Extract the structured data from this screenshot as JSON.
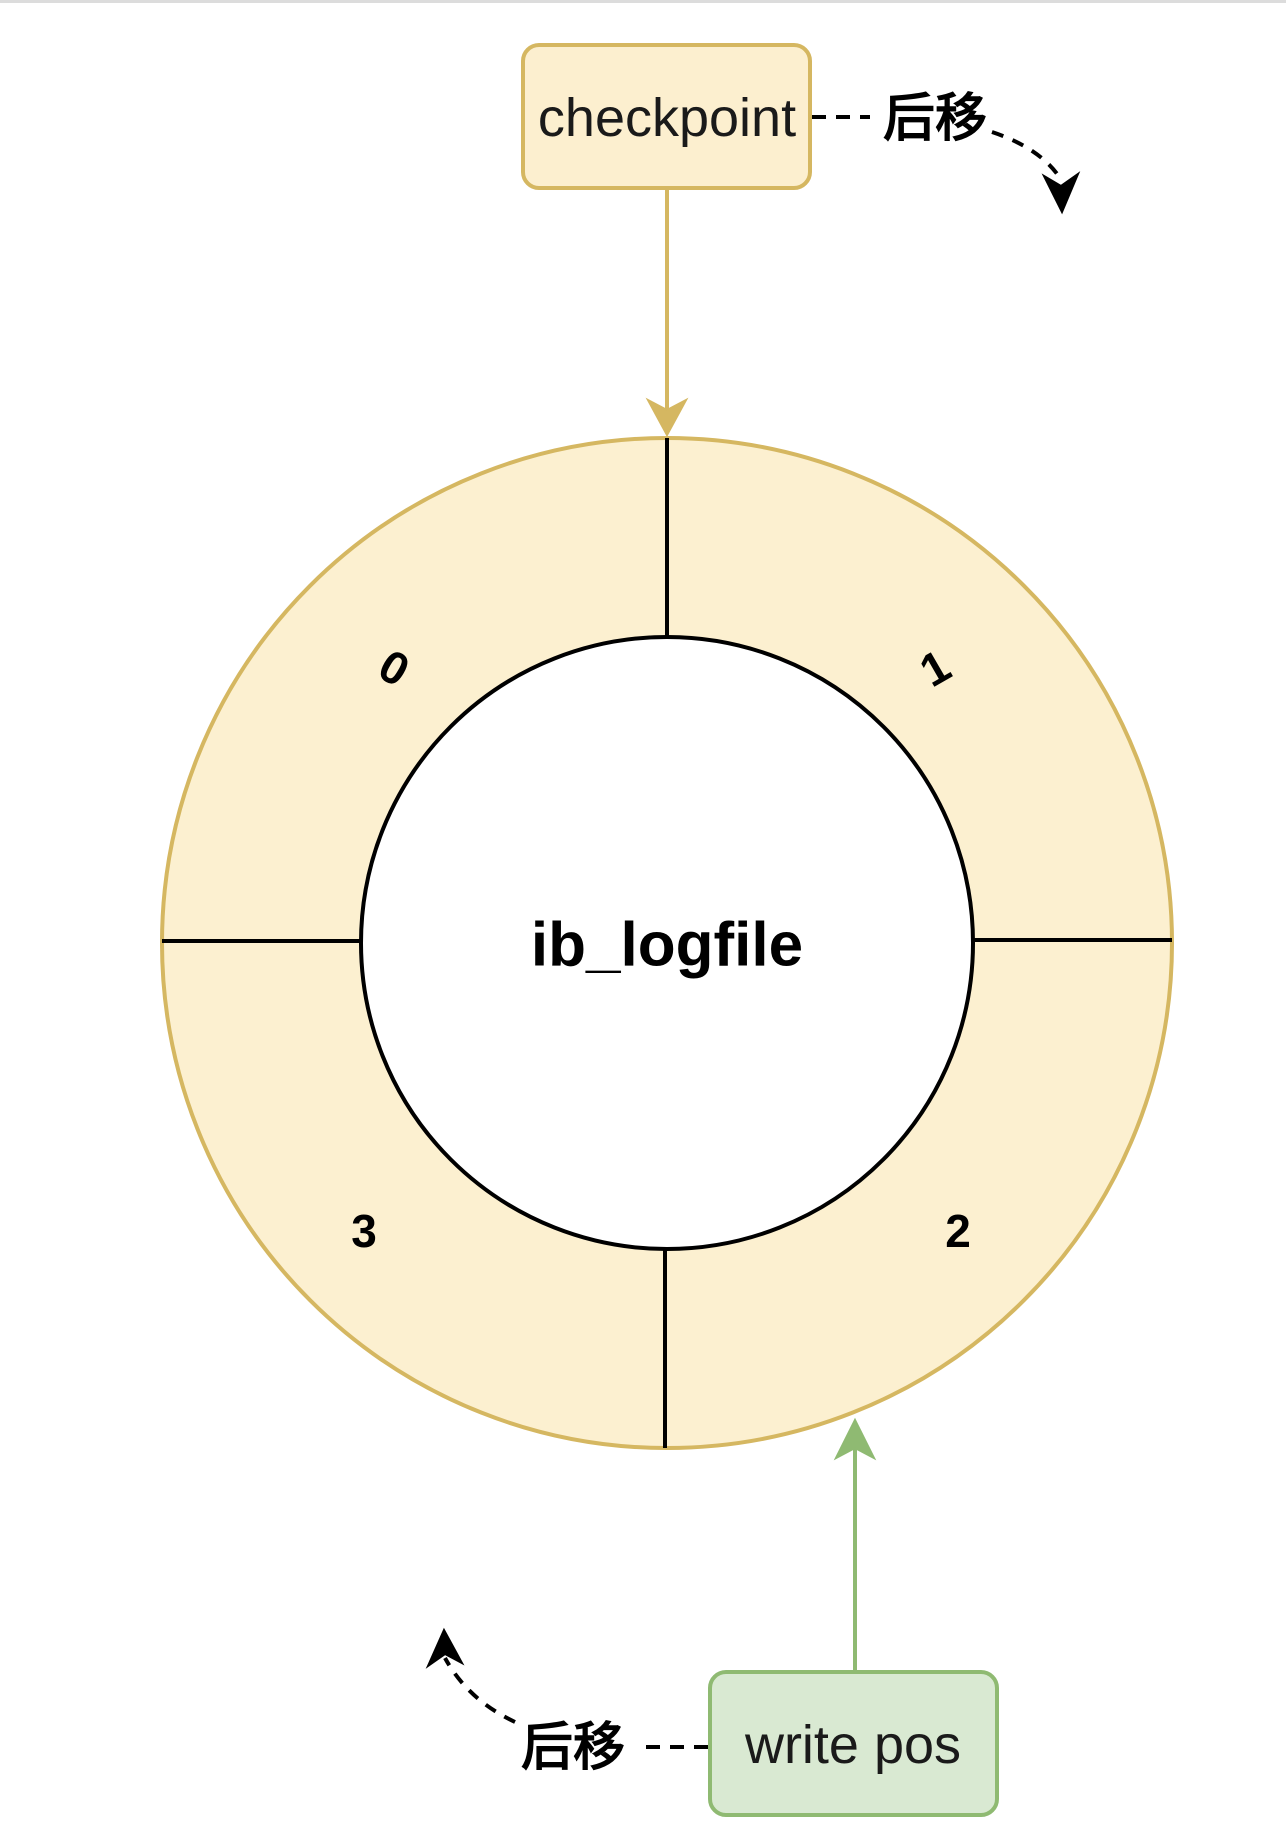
{
  "diagram": {
    "center_label": "ib_logfile",
    "segments": [
      {
        "id": "0",
        "label": "0"
      },
      {
        "id": "1",
        "label": "1"
      },
      {
        "id": "2",
        "label": "2"
      },
      {
        "id": "3",
        "label": "3"
      }
    ],
    "checkpoint": {
      "label": "checkpoint",
      "move_label": "后移"
    },
    "write_pos": {
      "label": "write pos",
      "move_label": "后移"
    },
    "colors": {
      "ring_fill": "#fcf0d0",
      "ring_stroke": "#d5b761",
      "checkpoint_fill": "#fcefcf",
      "checkpoint_stroke": "#d5b761",
      "checkpoint_arrow": "#d5b761",
      "write_pos_fill": "#d9e9d2",
      "write_pos_stroke": "#8fba72",
      "write_pos_arrow": "#8fba72",
      "divider": "#000000"
    }
  }
}
